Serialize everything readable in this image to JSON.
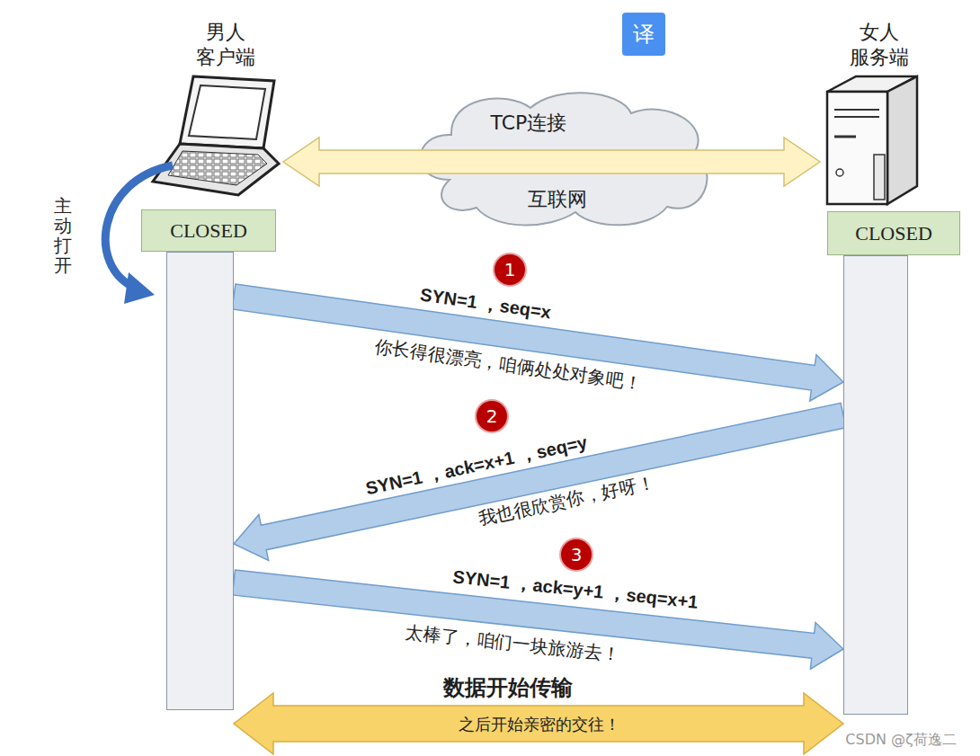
{
  "diagram": {
    "nodes": [
      {
        "text": [
          "男人 客户端"
        ]
      },
      {
        "text": [
          "女人 服务端"
        ]
      },
      {
        "text": [
          "CLOSED"
        ]
      },
      {
        "text": [
          "CLOSED"
        ]
      }
    ],
    "edges": [
      {
        "from": 0,
        "to": 1,
        "arrow": "both",
        "label": "TCP连接"
      },
      {
        "from": 2,
        "to": 3,
        "arrow": "to",
        "label": "SYN=1 ，seq=x"
      },
      {
        "from": 3,
        "to": 2,
        "arrow": "to",
        "label": "SYN=1 ，ack=x+1 ，seq=y"
      },
      {
        "from": 2,
        "to": 3,
        "arrow": "to",
        "label": "SYN=1 ，ack=y+1 ，seq=x+1"
      },
      {
        "from": 2,
        "to": 3,
        "arrow": "both",
        "label": "数据开始传输"
      }
    ],
    "labels": [
      "译",
      "互联网",
      "主动打开",
      "1",
      "2",
      "3",
      "你长得很漂亮，咱俩处处对象吧！",
      "我也很欣赏你，好呀！",
      "太棒了，咱们一块旅游去！",
      "之后开始亲密的交往！",
      "CSDN @ζ荷逸二"
    ]
  }
}
